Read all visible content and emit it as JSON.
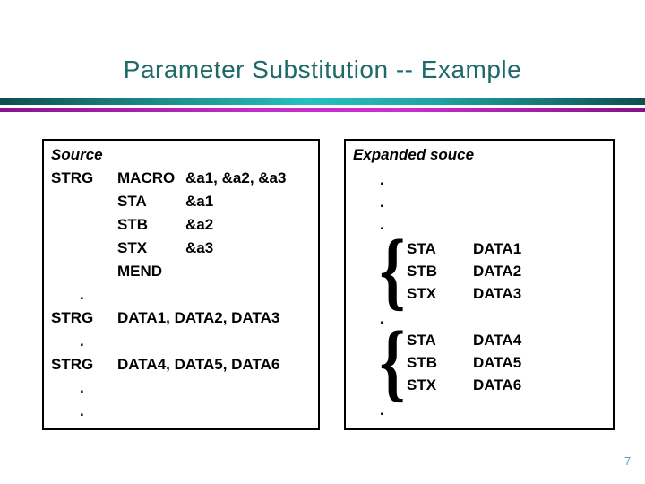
{
  "slide": {
    "title": "Parameter Substitution -- Example",
    "page_number": "7"
  },
  "glyphs": {
    "dot": ".",
    "brace": "{"
  },
  "colors": {
    "title_teal": "#1E6969",
    "rule_teal_bright": "#28BFBF",
    "rule_teal_dark": "#0E4E4E",
    "rule_magenta_bright": "#CC2FCC",
    "rule_magenta_dark": "#841284",
    "page_number_teal": "#4FABC0",
    "box_border": "#000000",
    "code_text": "#000000"
  },
  "source_box": {
    "heading": "Source",
    "code": [
      {
        "label": "STRG",
        "opcode": "MACRO",
        "operand": "&a1, &a2, &a3"
      },
      {
        "label": "",
        "opcode": "STA",
        "operand": "&a1"
      },
      {
        "label": "",
        "opcode": "STB",
        "operand": "&a2"
      },
      {
        "label": "",
        "opcode": "STX",
        "operand": "&a3"
      },
      {
        "label": "",
        "opcode": "MEND",
        "operand": ""
      },
      {
        "label": "STRG",
        "opcode": "DATA1, DATA2, DATA3",
        "operand": ""
      },
      {
        "label": "STRG",
        "opcode": "DATA4, DATA5, DATA6",
        "operand": ""
      }
    ]
  },
  "expanded_box": {
    "heading": "Expanded souce",
    "groups": [
      {
        "rows": [
          {
            "opcode": "STA",
            "operand": "DATA1"
          },
          {
            "opcode": "STB",
            "operand": "DATA2"
          },
          {
            "opcode": "STX",
            "operand": "DATA3"
          }
        ]
      },
      {
        "rows": [
          {
            "opcode": "STA",
            "operand": "DATA4"
          },
          {
            "opcode": "STB",
            "operand": "DATA5"
          },
          {
            "opcode": "STX",
            "operand": "DATA6"
          }
        ]
      }
    ]
  }
}
